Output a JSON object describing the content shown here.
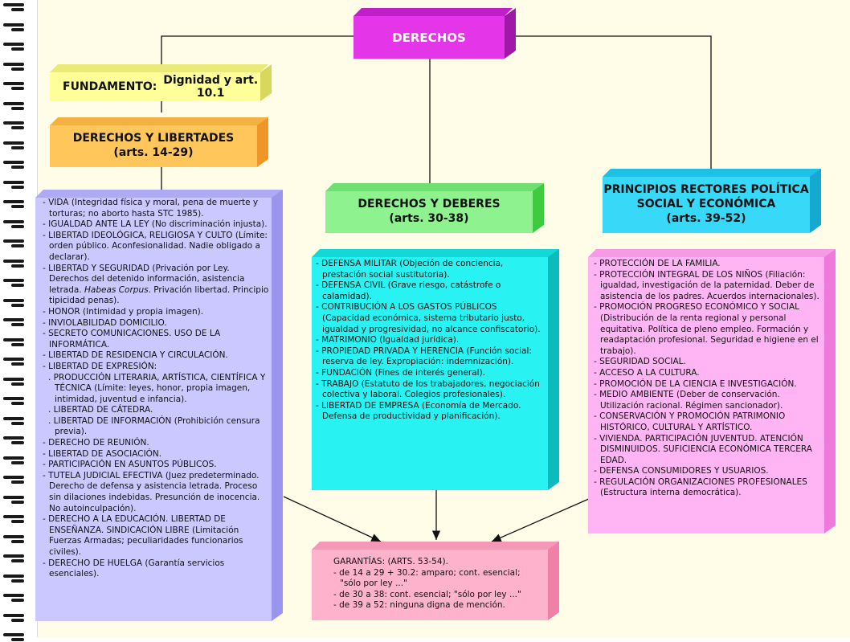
{
  "root": {
    "title": "DERECHOS"
  },
  "fundamento": {
    "label": "FUNDAMENTO:",
    "value": "Dignidad y art. 10.1"
  },
  "derechos_libertades": {
    "title": "DERECHOS Y LIBERTADES",
    "articles": "(arts. 14-29)",
    "items": [
      "- VIDA (Integridad física y moral, pena de muerte y torturas; no aborto hasta STC 1985).",
      "- IGUALDAD ANTE LA LEY (No discriminación injusta).",
      "- LIBERTAD IDEOLÓGICA, RELIGIOSA Y CULTO (Límite: orden público. Aconfesionalidad. Nadie obligado a declarar).",
      "- LIBERTAD Y SEGURIDAD (Privación por Ley. Derechos del detenido información, asistencia letrada.",
      "- HONOR (Intimidad y propia imagen).",
      "- INVIOLABILIDAD DOMICILIO.",
      "- SECRETO COMUNICACIONES. USO DE LA INFORMÁTICA.",
      "- LIBERTAD DE RESIDENCIA Y CIRCULACIÓN.",
      "- LIBERTAD DE EXPRESIÓN:",
      ". PRODUCCIÓN LITERARIA, ARTÍSTICA, CIENTÍFICA Y TÉCNICA (Límite: leyes, honor, propia imagen, intimidad, juventud e infancia).",
      ". LIBERTAD DE CÁTEDRA.",
      ". LIBERTAD DE INFORMACIÓN (Prohibición censura previa).",
      "- DERECHO DE REUNIÓN.",
      "- LIBERTAD DE ASOCIACIÓN.",
      "- PARTICIPACIÓN EN ASUNTOS PÚBLICOS.",
      "- TUTELA JUDICIAL EFECTIVA (Juez predeterminado. Derecho de defensa y asistencia letrada. Proceso sin dilaciones indebidas. Presunción de inocencia. No autoinculpación).",
      "- DERECHO A LA EDUCACIÓN. LIBERTAD DE ENSEÑANZA. SINDICACIÓN LIBRE (Limitación Fuerzas Armadas; peculiaridades funcionarios civiles).",
      "- DERECHO DE HUELGA (Garantía servicios esenciales)."
    ],
    "habeas": "Habeas Corpus",
    "habeas_tail": ". Privación libertad. Principio tipicidad penas)."
  },
  "derechos_deberes": {
    "title": "DERECHOS Y DEBERES",
    "articles": "(arts. 30-38)",
    "items": [
      "- DEFENSA MILITAR (Objeción de conciencia, prestación social sustitutoria).",
      "- DEFENSA CIVIL (Grave riesgo, catástrofe o calamidad).",
      "- CONTRIBUCIÓN A LOS GASTOS PÚBLICOS (Capacidad económica, sistema tributario justo, igualdad y progresividad, no alcance confiscatorio).",
      "- MATRIMONIO (Igualdad jurídica).",
      "- PROPIEDAD PRIVADA Y HERENCIA (Función social: reserva de ley. Expropiación: indemnización).",
      "- FUNDACIÓN (Fines de interés general).",
      "- TRABAJO (Estatuto de los trabajadores, negociación colectiva y laboral. Colegios profesionales).",
      "- LIBERTAD DE EMPRESA (Economía de Mercado. Defensa de productividad y planificación)."
    ]
  },
  "principios": {
    "title_line1": "PRINCIPIOS RECTORES POLÍTICA",
    "title_line2": "SOCIAL Y ECONÓMICA",
    "articles": "(arts. 39-52)",
    "items": [
      "- PROTECCIÓN DE LA FAMILIA.",
      "- PROTECCIÓN INTEGRAL DE LOS NIÑOS (Filiación: igualdad, investigación de la paternidad. Deber de asistencia de los padres. Acuerdos internacionales).",
      "- PROMOCIÓN PROGRESO ECONÓMICO  Y SOCIAL (Distribución de la renta regional y personal equitativa. Política de pleno empleo. Formación y readaptación profesional. Seguridad e higiene en el trabajo).",
      "- SEGURIDAD SOCIAL.",
      "- ACCESO A LA CULTURA.",
      "- PROMOCIÓN DE LA CIENCIA E INVESTIGACIÓN.",
      "- MEDIO AMBIENTE (Deber de conservación. Utilización racional. Régimen sancionador).",
      "- CONSERVACIÓN Y PROMOCIÓN PATRIMONIO HISTÓRICO, CULTURAL Y ARTÍSTICO.",
      "- VIVIENDA. PARTICIPACIÓN JUVENTUD. ATENCIÓN DISMINUIDOS. SUFICIENCIA ECONÓMICA TERCERA EDAD.",
      "- DEFENSA CONSUMIDORES Y USUARIOS.",
      "- REGULACIÓN ORGANIZACIONES PROFESIONALES (Estructura interna democrática)."
    ]
  },
  "garantias": {
    "items": [
      "GARANTÍAS: (ARTS. 53-54).",
      "- de 14 a 29 + 30.2: amparo; cont. esencial; \"sólo por ley ...\"",
      "- de 30 a 38: cont. esencial; \"sólo por ley ...\"",
      "- de 39 a 52: ninguna digna de mención."
    ]
  },
  "colors": {
    "root": "#e535e8",
    "fundamento": "#ffff9a",
    "libertades_header": "#ffc65c",
    "libertades_body": "#cbc8ff",
    "deberes_header": "#8ef28e",
    "deberes_body": "#28f2f2",
    "principios_header": "#38d8f8",
    "principios_body": "#ffb4f4",
    "garantias": "#ffb2cc"
  }
}
